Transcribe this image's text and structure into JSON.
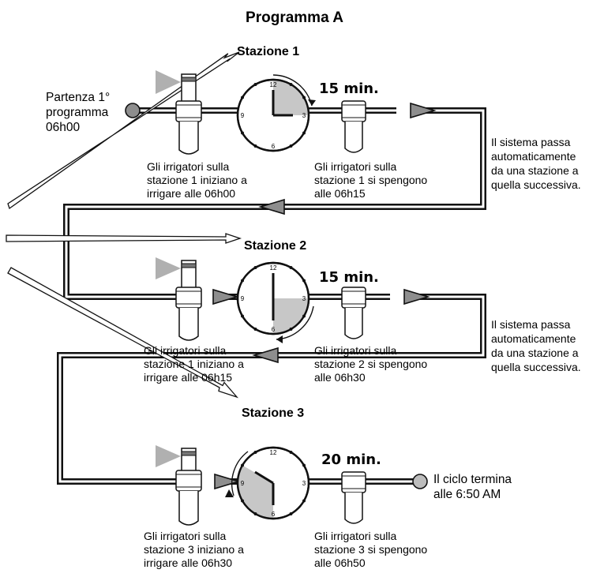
{
  "title": "Programma A",
  "start": {
    "line1": "Partenza 1°",
    "line2": "programma",
    "line3": "06h00"
  },
  "end": {
    "line1": "Il ciclo termina",
    "line2": "alle 6:50 AM"
  },
  "clock_numbers": {
    "n12": "12",
    "n3": "3",
    "n6": "6",
    "n9": "9"
  },
  "transition_note": [
    "Il sistema passa",
    "automaticamente",
    "da una stazione a",
    "quella successiva."
  ],
  "stations": [
    {
      "name": "Stazione 1",
      "duration": "15 min.",
      "on_text": [
        "Gli irrigatori sulla",
        "stazione 1 iniziano a",
        "irrigare alle 06h00"
      ],
      "off_text": [
        "Gli irrigatori sulla",
        "stazione 1 si spengono",
        "alle 06h15"
      ]
    },
    {
      "name": "Stazione 2",
      "duration": "15 min.",
      "on_text": [
        "Gli irrigatori sulla",
        "stazione 1 iniziano a",
        "irrigare alle 06h15"
      ],
      "off_text": [
        "Gli irrigatori sulla",
        "stazione 2 si spengono",
        "alle 06h30"
      ]
    },
    {
      "name": "Stazione 3",
      "duration": "20 min.",
      "on_text": [
        "Gli irrigatori sulla",
        "stazione 3 iniziano a",
        "irrigare alle 06h30"
      ],
      "off_text": [
        "Gli irrigatori sulla",
        "stazione 3 si spengono",
        "alle 06h50"
      ]
    }
  ]
}
